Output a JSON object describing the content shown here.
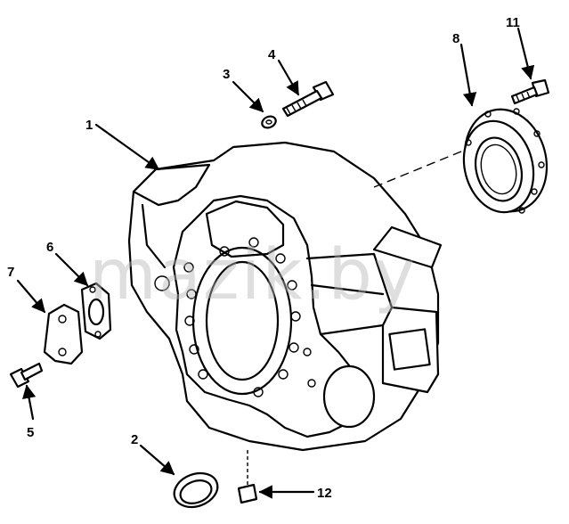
{
  "diagram": {
    "watermark": "mazik.by",
    "callouts": [
      {
        "id": "c1",
        "label": "1"
      },
      {
        "id": "c2",
        "label": "2"
      },
      {
        "id": "c3",
        "label": "3"
      },
      {
        "id": "c4",
        "label": "4"
      },
      {
        "id": "c5",
        "label": "5"
      },
      {
        "id": "c6",
        "label": "6"
      },
      {
        "id": "c7",
        "label": "7"
      },
      {
        "id": "c8",
        "label": "8"
      },
      {
        "id": "c11",
        "label": "11"
      },
      {
        "id": "c12",
        "label": "12"
      }
    ]
  }
}
